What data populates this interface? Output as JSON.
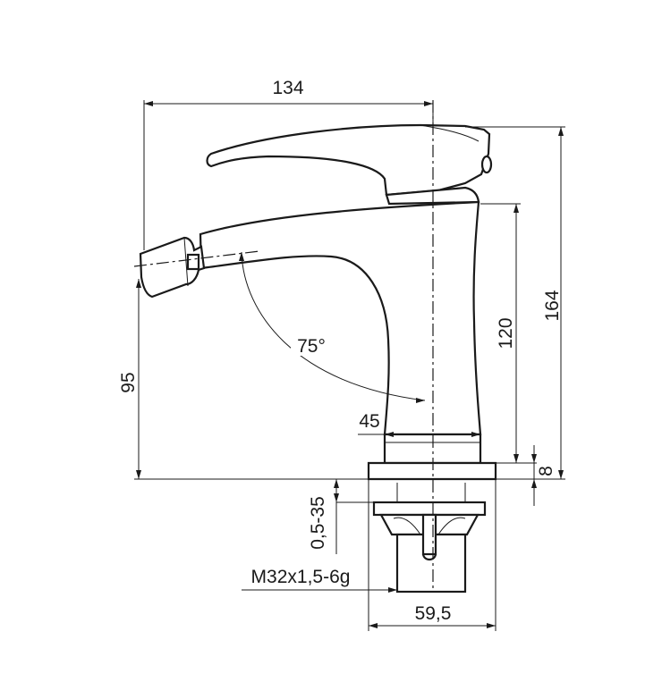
{
  "dimensions": {
    "total_width": "134",
    "total_height": "164",
    "body_height": "120",
    "spout_height": "95",
    "base_thickness": "8",
    "base_diameter": "45",
    "mount_diameter": "59,5",
    "deck_thickness": "0,5-35",
    "thread": "M32x1,5-6g",
    "swivel_angle": "75°"
  }
}
